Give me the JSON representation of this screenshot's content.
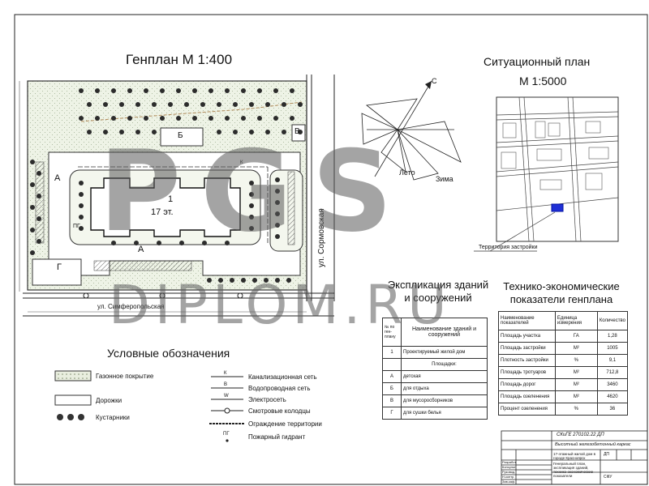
{
  "genplan": {
    "title": "Генплан  М  1:400",
    "building_number": "1",
    "building_floors": "17 эт.",
    "label_A_left": "А",
    "label_A_bottom": "А",
    "label_B": "Б",
    "label_V": "В",
    "label_G": "Г",
    "label_PG": "ПГ",
    "label_K": "К",
    "street_right": "ул. Сормовская",
    "street_bottom": "ул. Симферопольская"
  },
  "situation": {
    "title_line1": "Ситуационный план",
    "title_line2": "М  1:5000",
    "caption": "Территория застройки",
    "compass_north": "С",
    "rose_summer": "Лето",
    "rose_winter": "Зима"
  },
  "explication": {
    "title_line1": "Экспликация зданий",
    "title_line2": "и сооружений",
    "head_no": "№ по ген-плану",
    "head_name": "Наименование зданий и сооружений",
    "rows": [
      {
        "no": "1",
        "name": "Проектируемый жилой дом"
      },
      {
        "no": "",
        "name": "Площадки:"
      },
      {
        "no": "А",
        "name": "детская"
      },
      {
        "no": "Б",
        "name": "для отдыха"
      },
      {
        "no": "В",
        "name": "для мусоросборников"
      },
      {
        "no": "Г",
        "name": "для сушки белья"
      }
    ]
  },
  "tep": {
    "title_line1": "Технико-экономические",
    "title_line2": "показатели генплана",
    "head_name": "Наименование показателей",
    "head_unit": "Единица измерения",
    "head_qty": "Количество",
    "rows": [
      {
        "name": "Площадь участка",
        "unit": "ГА",
        "qty": "1,28"
      },
      {
        "name": "Площадь застройки",
        "unit": "М²",
        "qty": "1005"
      },
      {
        "name": "Плотность застройки",
        "unit": "%",
        "qty": "9,1"
      },
      {
        "name": "Площадь тротуаров",
        "unit": "М²",
        "qty": "712,8"
      },
      {
        "name": "Площадь дорог",
        "unit": "М²",
        "qty": "3460"
      },
      {
        "name": "Площадь озеленения",
        "unit": "М²",
        "qty": "4620"
      },
      {
        "name": "Процент озеленения",
        "unit": "%",
        "qty": "36"
      }
    ]
  },
  "legend": {
    "title": "Условные обозначения",
    "left": [
      {
        "label": "Газонное покрытие"
      },
      {
        "label": "Дорожки"
      },
      {
        "label": "Кустарники"
      }
    ],
    "right": [
      {
        "code": "К",
        "label": "Канализационная сеть"
      },
      {
        "code": "В",
        "label": "Водопроводная сеть"
      },
      {
        "code": "W",
        "label": "Электросеть"
      },
      {
        "code": "",
        "label": "Смотровые колодцы"
      },
      {
        "code": "",
        "label": "Ограждение территории"
      },
      {
        "code": "ПГ",
        "label": "Пожарный гидрант"
      }
    ]
  },
  "stamp": {
    "doc_code": "СКиГЕ 270102.22 ДП",
    "project": "Высотный железобетонный каркас",
    "sheet_title": "17-этажный жилой дом в городе Красноярск",
    "sheet_sub": "Генеральный план, экспликация зданий, технико-экономические показатели",
    "rows": [
      "Разработ.",
      "Консульт.",
      "Руковод.",
      "Н.контр.",
      "Зав.каф."
    ],
    "stage": "ДП",
    "org": "СФУ"
  },
  "watermark": {
    "big": "PGS",
    "small": "DIPLOM.RU"
  }
}
